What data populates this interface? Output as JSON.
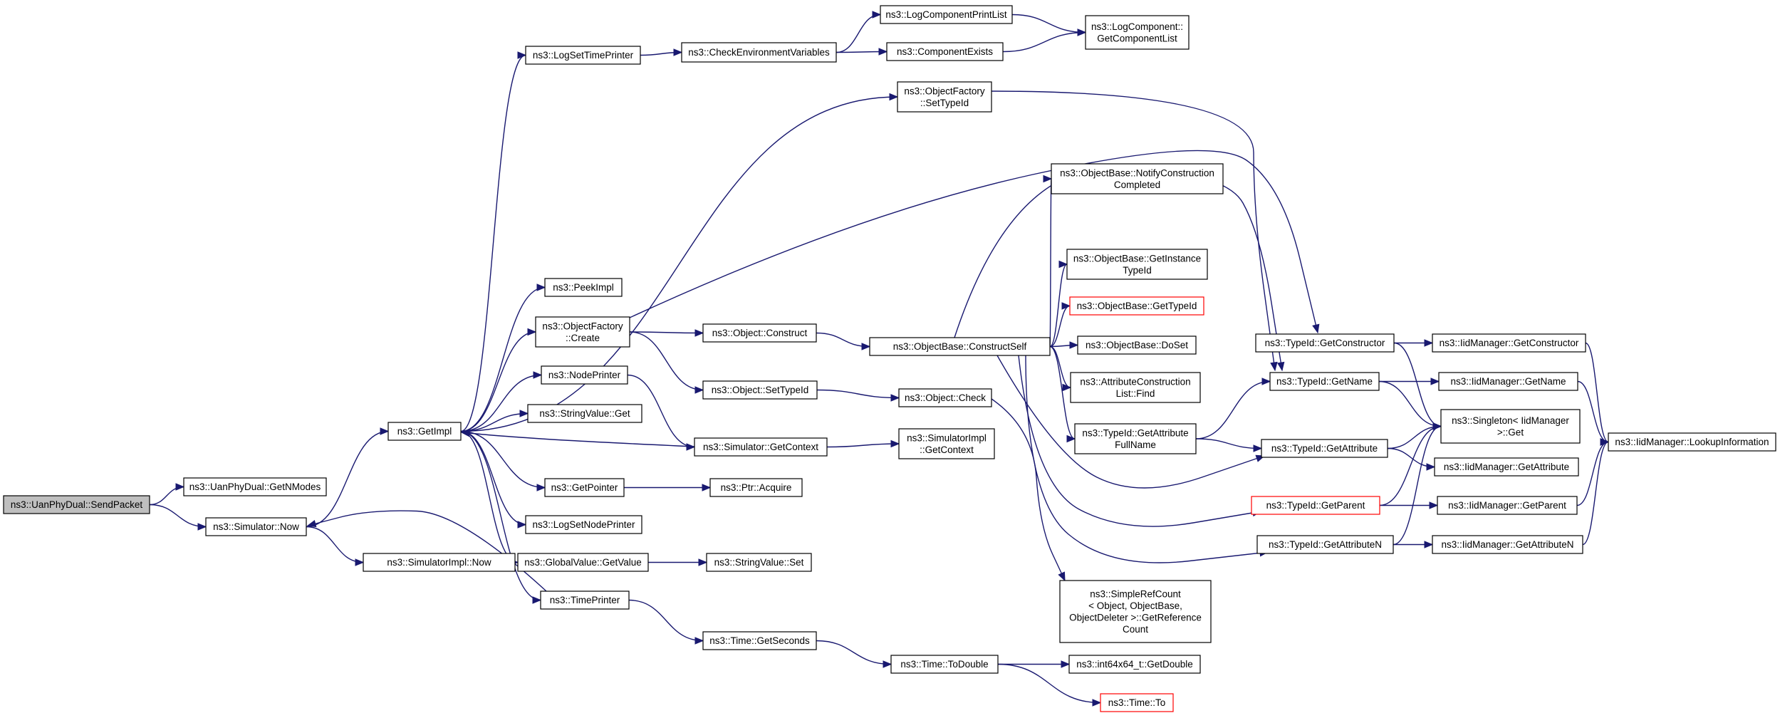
{
  "diagram": {
    "edge_color": "#191970",
    "highlight_color": "#ff0000",
    "root_fill": "#bfbfbf",
    "nodes": [
      {
        "id": "sendpacket",
        "lines": [
          "ns3::UanPhyDual::SendPacket"
        ],
        "root": true
      },
      {
        "id": "getnmodes",
        "lines": [
          "ns3::UanPhyDual::GetNModes"
        ]
      },
      {
        "id": "sim_now",
        "lines": [
          "ns3::Simulator::Now"
        ]
      },
      {
        "id": "getimpl",
        "lines": [
          "ns3::GetImpl"
        ]
      },
      {
        "id": "simimpl_now",
        "lines": [
          "ns3::SimulatorImpl::Now"
        ]
      },
      {
        "id": "logsettimeprinter",
        "lines": [
          "ns3::LogSetTimePrinter"
        ]
      },
      {
        "id": "checkenv",
        "lines": [
          "ns3::CheckEnvironmentVariables"
        ]
      },
      {
        "id": "logcomponentprintlist",
        "lines": [
          "ns3::LogComponentPrintList"
        ]
      },
      {
        "id": "componentexists",
        "lines": [
          "ns3::ComponentExists"
        ]
      },
      {
        "id": "getcomponentlist",
        "lines": [
          "ns3::LogComponent::",
          "GetComponentList"
        ]
      },
      {
        "id": "of_settypeid",
        "lines": [
          "ns3::ObjectFactory",
          "::SetTypeId"
        ]
      },
      {
        "id": "peekimpl",
        "lines": [
          "ns3::PeekImpl"
        ]
      },
      {
        "id": "of_create",
        "lines": [
          "ns3::ObjectFactory",
          "::Create"
        ]
      },
      {
        "id": "nodeprinter",
        "lines": [
          "ns3::NodePrinter"
        ]
      },
      {
        "id": "stringvalue_get",
        "lines": [
          "ns3::StringValue::Get"
        ]
      },
      {
        "id": "sim_getcontext",
        "lines": [
          "ns3::Simulator::GetContext"
        ]
      },
      {
        "id": "getpointer",
        "lines": [
          "ns3::GetPointer"
        ]
      },
      {
        "id": "logsetnodeprinter",
        "lines": [
          "ns3::LogSetNodePrinter"
        ]
      },
      {
        "id": "globalvalue_getvalue",
        "lines": [
          "ns3::GlobalValue::GetValue"
        ]
      },
      {
        "id": "timeprinter",
        "lines": [
          "ns3::TimePrinter"
        ]
      },
      {
        "id": "obj_construct",
        "lines": [
          "ns3::Object::Construct"
        ]
      },
      {
        "id": "obj_settypeid",
        "lines": [
          "ns3::Object::SetTypeId"
        ]
      },
      {
        "id": "ptr_acquire",
        "lines": [
          "ns3::Ptr::Acquire"
        ]
      },
      {
        "id": "stringvalue_set",
        "lines": [
          "ns3::StringValue::Set"
        ]
      },
      {
        "id": "time_getseconds",
        "lines": [
          "ns3::Time::GetSeconds"
        ]
      },
      {
        "id": "ob_constructself",
        "lines": [
          "ns3::ObjectBase::ConstructSelf"
        ]
      },
      {
        "id": "obj_check",
        "lines": [
          "ns3::Object::Check"
        ]
      },
      {
        "id": "simimpl_getcontext",
        "lines": [
          "ns3::SimulatorImpl",
          "::GetContext"
        ]
      },
      {
        "id": "time_todouble",
        "lines": [
          "ns3::Time::ToDouble"
        ]
      },
      {
        "id": "notifyconstruction",
        "lines": [
          "ns3::ObjectBase::NotifyConstruction",
          "Completed"
        ]
      },
      {
        "id": "getinstancetypeid",
        "lines": [
          "ns3::ObjectBase::GetInstance",
          "TypeId"
        ]
      },
      {
        "id": "ob_gettypeid",
        "lines": [
          "ns3::ObjectBase::GetTypeId"
        ],
        "red": true
      },
      {
        "id": "ob_doset",
        "lines": [
          "ns3::ObjectBase::DoSet"
        ]
      },
      {
        "id": "attrconstructionlist",
        "lines": [
          "ns3::AttributeConstruction",
          "List::Find"
        ]
      },
      {
        "id": "typeid_getattributefullname",
        "lines": [
          "ns3::TypeId::GetAttribute",
          "FullName"
        ]
      },
      {
        "id": "simplerefcount",
        "lines": [
          "ns3::SimpleRefCount",
          "< Object, ObjectBase,",
          "ObjectDeleter >::GetReference",
          "Count"
        ]
      },
      {
        "id": "int64x64_getdouble",
        "lines": [
          "ns3::int64x64_t::GetDouble"
        ]
      },
      {
        "id": "time_to",
        "lines": [
          "ns3::Time::To"
        ],
        "red": true
      },
      {
        "id": "typeid_getconstructor",
        "lines": [
          "ns3::TypeId::GetConstructor"
        ]
      },
      {
        "id": "typeid_getname",
        "lines": [
          "ns3::TypeId::GetName"
        ]
      },
      {
        "id": "typeid_getattribute",
        "lines": [
          "ns3::TypeId::GetAttribute"
        ]
      },
      {
        "id": "typeid_getparent",
        "lines": [
          "ns3::TypeId::GetParent"
        ],
        "red": true
      },
      {
        "id": "typeid_getattributen",
        "lines": [
          "ns3::TypeId::GetAttributeN"
        ]
      },
      {
        "id": "iid_getconstructor",
        "lines": [
          "ns3::IidManager::GetConstructor"
        ]
      },
      {
        "id": "iid_getname",
        "lines": [
          "ns3::IidManager::GetName"
        ]
      },
      {
        "id": "singleton_get",
        "lines": [
          "ns3::Singleton< IidManager",
          ">::Get"
        ]
      },
      {
        "id": "iid_getattribute",
        "lines": [
          "ns3::IidManager::GetAttribute"
        ]
      },
      {
        "id": "iid_getparent",
        "lines": [
          "ns3::IidManager::GetParent"
        ]
      },
      {
        "id": "iid_getattributen",
        "lines": [
          "ns3::IidManager::GetAttributeN"
        ]
      },
      {
        "id": "iid_lookupinformation",
        "lines": [
          "ns3::IidManager::LookupInformation"
        ]
      }
    ],
    "edges": [
      [
        "sendpacket",
        "getnmodes"
      ],
      [
        "sendpacket",
        "sim_now"
      ],
      [
        "sim_now",
        "getimpl"
      ],
      [
        "sim_now",
        "simimpl_now"
      ],
      [
        "getimpl",
        "logsettimeprinter"
      ],
      [
        "getimpl",
        "of_settypeid"
      ],
      [
        "getimpl",
        "peekimpl"
      ],
      [
        "getimpl",
        "of_create"
      ],
      [
        "getimpl",
        "nodeprinter"
      ],
      [
        "getimpl",
        "stringvalue_get"
      ],
      [
        "getimpl",
        "getpointer"
      ],
      [
        "getimpl",
        "logsetnodeprinter"
      ],
      [
        "getimpl",
        "globalvalue_getvalue"
      ],
      [
        "getimpl",
        "timeprinter"
      ],
      [
        "logsettimeprinter",
        "checkenv"
      ],
      [
        "checkenv",
        "logcomponentprintlist"
      ],
      [
        "checkenv",
        "componentexists"
      ],
      [
        "logcomponentprintlist",
        "getcomponentlist"
      ],
      [
        "componentexists",
        "getcomponentlist"
      ],
      [
        "of_settypeid",
        "typeid_getname"
      ],
      [
        "of_create",
        "obj_construct"
      ],
      [
        "of_create",
        "obj_settypeid"
      ],
      [
        "of_create",
        "typeid_getconstructor"
      ],
      [
        "nodeprinter",
        "sim_getcontext"
      ],
      [
        "sim_getcontext",
        "getimpl"
      ],
      [
        "sim_getcontext",
        "simimpl_getcontext"
      ],
      [
        "getpointer",
        "ptr_acquire"
      ],
      [
        "globalvalue_getvalue",
        "stringvalue_set"
      ],
      [
        "timeprinter",
        "sim_now"
      ],
      [
        "timeprinter",
        "time_getseconds"
      ],
      [
        "obj_construct",
        "ob_constructself"
      ],
      [
        "obj_settypeid",
        "obj_check"
      ],
      [
        "obj_check",
        "simplerefcount"
      ],
      [
        "time_getseconds",
        "time_todouble"
      ],
      [
        "time_todouble",
        "int64x64_getdouble"
      ],
      [
        "time_todouble",
        "time_to"
      ],
      [
        "ob_constructself",
        "notifyconstruction"
      ],
      [
        "ob_constructself",
        "getinstancetypeid"
      ],
      [
        "ob_constructself",
        "ob_gettypeid"
      ],
      [
        "ob_constructself",
        "ob_doset"
      ],
      [
        "ob_constructself",
        "attrconstructionlist"
      ],
      [
        "ob_constructself",
        "typeid_getattributefullname"
      ],
      [
        "ob_constructself",
        "typeid_getname"
      ],
      [
        "ob_constructself",
        "typeid_getattribute"
      ],
      [
        "ob_constructself",
        "typeid_getparent"
      ],
      [
        "ob_constructself",
        "typeid_getattributen"
      ],
      [
        "typeid_getattributefullname",
        "typeid_getname"
      ],
      [
        "typeid_getattributefullname",
        "typeid_getattribute"
      ],
      [
        "typeid_getconstructor",
        "iid_getconstructor"
      ],
      [
        "typeid_getconstructor",
        "singleton_get"
      ],
      [
        "typeid_getname",
        "iid_getname"
      ],
      [
        "typeid_getname",
        "singleton_get"
      ],
      [
        "typeid_getattribute",
        "iid_getattribute"
      ],
      [
        "typeid_getattribute",
        "singleton_get"
      ],
      [
        "typeid_getparent",
        "iid_getparent"
      ],
      [
        "typeid_getparent",
        "singleton_get"
      ],
      [
        "typeid_getattributen",
        "iid_getattributen"
      ],
      [
        "typeid_getattributen",
        "singleton_get"
      ],
      [
        "iid_getconstructor",
        "iid_lookupinformation"
      ],
      [
        "iid_getname",
        "iid_lookupinformation"
      ],
      [
        "iid_getparent",
        "iid_lookupinformation"
      ],
      [
        "iid_getattributen",
        "iid_lookupinformation"
      ]
    ]
  }
}
